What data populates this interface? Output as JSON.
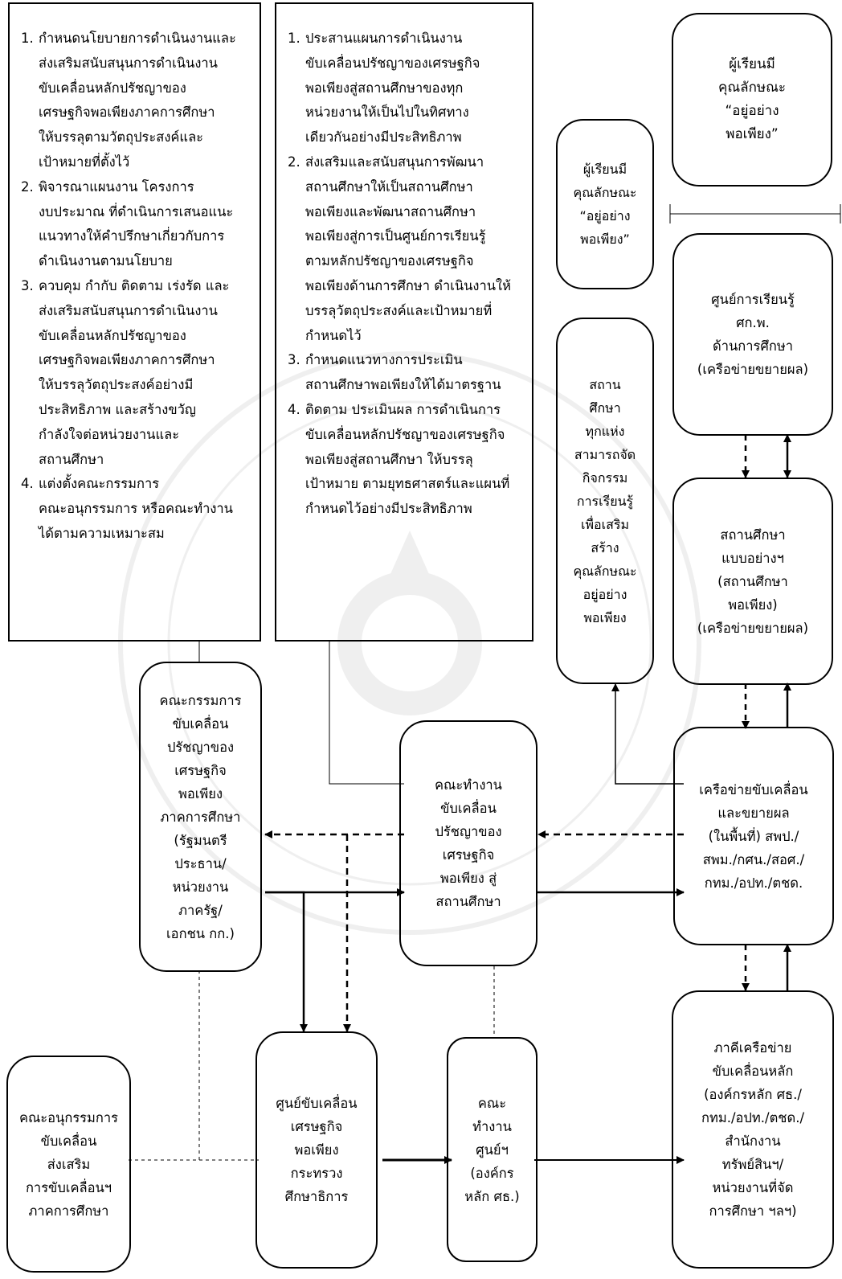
{
  "ministry_duties": {
    "items": [
      {
        "num": "1.",
        "lines": [
          "กำหนดนโยบายการดำเนินงานและ",
          "ส่งเสริมสนับสนุนการดำเนินงาน",
          "ขับเคลื่อนหลักปรัชญาของ",
          "เศรษฐกิจพอเพียงภาคการศึกษา",
          "ให้บรรลุตามวัตถุประสงค์และ",
          "เป้าหมายที่ตั้งไว้"
        ]
      },
      {
        "num": "2.",
        "lines": [
          "พิจารณาแผนงาน โครงการ",
          "งบประมาณ ที่ดำเนินการเสนอแนะ",
          "แนวทางให้คำปรึกษาเกี่ยวกับการ",
          "ดำเนินงานตามนโยบาย"
        ]
      },
      {
        "num": "3.",
        "lines": [
          "ควบคุม กำกับ ติดตาม เร่งรัด และ",
          "ส่งเสริมสนับสนุนการดำเนินงาน",
          "ขับเคลื่อนหลักปรัชญาของ",
          "เศรษฐกิจพอเพียงภาคการศึกษา",
          "ให้บรรลุวัตถุประสงค์อย่างมี",
          "ประสิทธิภาพ และสร้างขวัญ",
          "กำลังใจต่อหน่วยงานและ",
          "สถานศึกษา"
        ]
      },
      {
        "num": "4.",
        "lines": [
          "แต่งตั้งคณะกรรมการ",
          "คณะอนุกรรมการ หรือคณะทำงาน",
          "ได้ตามความเหมาะสม"
        ]
      }
    ]
  },
  "workgroup_duties": {
    "items": [
      {
        "num": "1.",
        "lines": [
          "ประสานแผนการดำเนินงาน",
          "ขับเคลื่อนปรัชญาของเศรษฐกิจ",
          "พอเพียงสู่สถานศึกษาของทุก",
          "หน่วยงานให้เป็นไปในทิศทาง",
          "เดียวกันอย่างมีประสิทธิภาพ"
        ]
      },
      {
        "num": "2.",
        "lines": [
          "ส่งเสริมและสนับสนุนการพัฒนา",
          "สถานศึกษาให้เป็นสถานศึกษา",
          "พอเพียงและพัฒนาสถานศึกษา",
          "พอเพียงสู่การเป็นศูนย์การเรียนรู้",
          "ตามหลักปรัชญาของเศรษฐกิจ",
          "พอเพียงด้านการศึกษา ดำเนินงานให้",
          "บรรลุวัตถุประสงค์และเป้าหมายที่",
          "กำหนดไว้"
        ]
      },
      {
        "num": "3.",
        "lines": [
          "กำหนดแนวทางการประเมิน",
          "สถานศึกษาพอเพียงให้ได้มาตรฐาน"
        ]
      },
      {
        "num": "4.",
        "lines": [
          "ติดตาม ประเมินผล การดำเนินการ",
          "ขับเคลื่อนหลักปรัชญาของเศรษฐกิจ",
          "พอเพียงสู่สถานศึกษา ให้บรรลุ",
          "เป้าหมาย ตามยุทธศาสตร์และแผนที่",
          "กำหนดไว้อย่างมีประสิทธิภาพ"
        ]
      }
    ]
  },
  "nodes": {
    "learner_top": [
      "ผู้เรียนมี",
      "คุณลักษณะ",
      "“อยู่อย่าง",
      "พอเพียง”"
    ],
    "learner_mid": [
      "ผู้เรียนมี",
      "คุณลักษณะ",
      "“อยู่อย่าง",
      "พอเพียง”"
    ],
    "learning_center": [
      "ศูนย์การเรียนรู้",
      "ศก.พ.",
      "ด้านการศึกษา",
      "(เครือข่ายขยายผล)"
    ],
    "all_schools": [
      "สถาน",
      "ศึกษา",
      "ทุกแห่ง",
      "สามารถจัด",
      "กิจกรรม",
      "การเรียนรู้",
      "เพื่อเสริม",
      "สร้าง",
      "คุณลักษณะ",
      "อยู่อย่าง",
      "พอเพียง"
    ],
    "model_school": [
      "สถานศึกษา",
      "แบบอย่างฯ",
      "(สถานศึกษา",
      "พอเพียง)",
      "(เครือข่ายขยายผล)"
    ],
    "committee": [
      "คณะกรรมการ",
      "ขับเคลื่อน",
      "ปรัชญาของ",
      "เศรษฐกิจ",
      "พอเพียง",
      "ภาคการศึกษา",
      "(รัฐมนตรี",
      "ประธาน/",
      "หน่วยงาน",
      "ภาครัฐ/",
      "เอกชน กก.)"
    ],
    "workgroup": [
      "คณะทำงาน",
      "ขับเคลื่อน",
      "ปรัชญาของ",
      "เศรษฐกิจ",
      "พอเพียง สู่",
      "สถานศึกษา"
    ],
    "network": [
      "เครือข่ายขับเคลื่อน",
      "และขยายผล",
      "(ในพื้นที่) สพป./",
      "สพม./กศน./สอศ./",
      "กทม./อปท./ตชด."
    ],
    "subcommittee": [
      "คณะอนุกรรมการ",
      "ขับเคลื่อน",
      "ส่งเสริม",
      "การขับเคลื่อนฯ",
      "ภาคการศึกษา"
    ],
    "moe_center": [
      "ศูนย์ขับเคลื่อน",
      "เศรษฐกิจ",
      "พอเพียง",
      "กระทรวง",
      "ศึกษาธิการ"
    ],
    "center_workgroup": [
      "คณะ",
      "ทำงาน",
      "ศูนย์ฯ",
      "(องค์กร",
      "หลัก ศธ.)"
    ],
    "partners": [
      "ภาคีเครือข่าย",
      "ขับเคลื่อนหลัก",
      "(องค์กรหลัก ศธ./",
      "กทม./อปท./ตชด./",
      "สำนักงาน",
      "ทรัพย์สินฯ/",
      "หน่วยงานที่จัด",
      "การศึกษา ฯลฯ)"
    ]
  }
}
